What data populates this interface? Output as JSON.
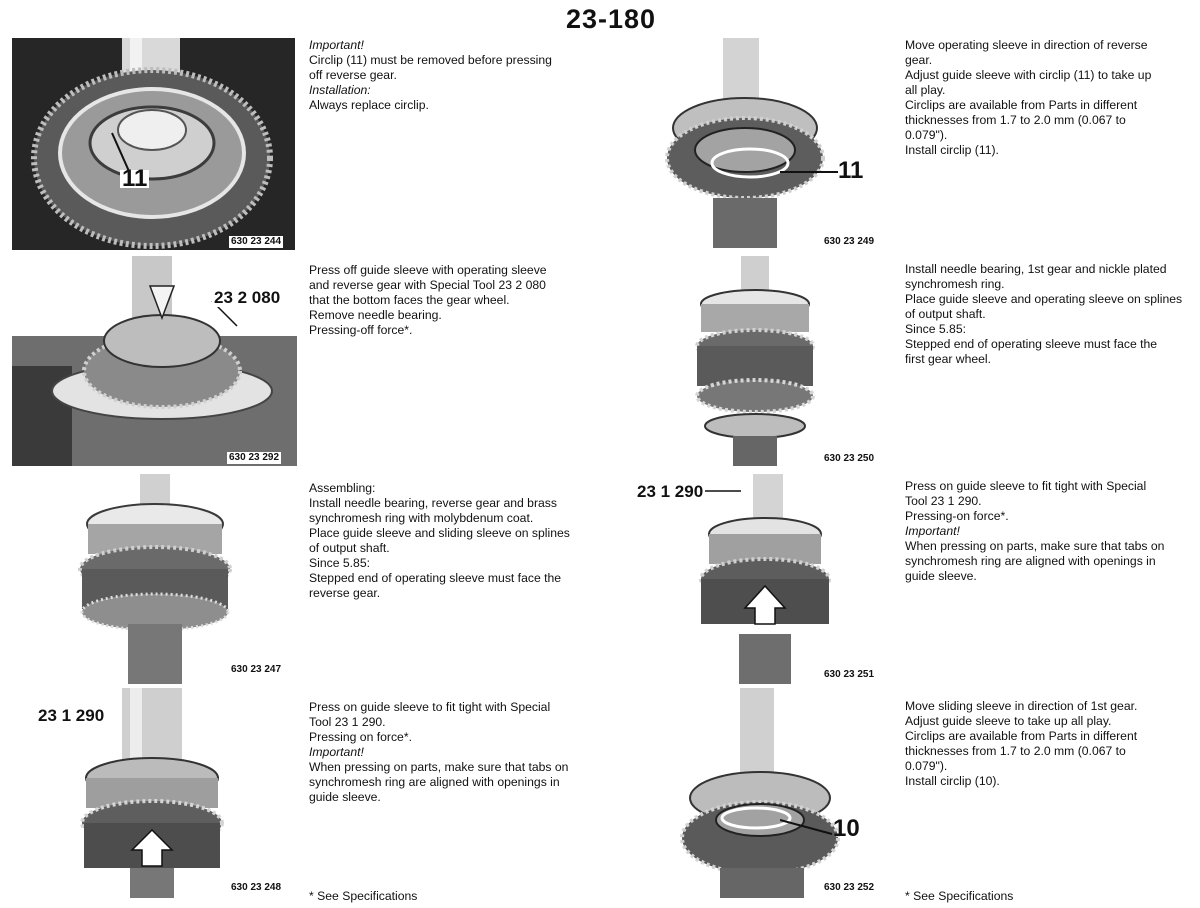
{
  "page_number": "23-180",
  "footnote": "* See Specifications",
  "figures": [
    {
      "photo_code": "630 23 244",
      "callout": "11",
      "lines": [
        {
          "text": "Important!",
          "italic": true
        },
        {
          "text": "Circlip (11) must be removed before pressing",
          "italic": false
        },
        {
          "text": "off reverse gear.",
          "italic": false
        },
        {
          "text": "Installation:",
          "italic": true
        },
        {
          "text": "Always replace circlip.",
          "italic": false
        }
      ]
    },
    {
      "photo_code": "630 23 292",
      "callout": "23 2 080",
      "lines": [
        {
          "text": "Press off guide sleeve with operating sleeve",
          "italic": false
        },
        {
          "text": "and reverse gear with Special Tool 23 2 080",
          "italic": false
        },
        {
          "text": "that the bottom faces the gear wheel.",
          "italic": false
        },
        {
          "text": "Remove needle bearing.",
          "italic": false
        },
        {
          "text": "Pressing-off force*.",
          "italic": false
        }
      ]
    },
    {
      "photo_code": "630 23 247",
      "callout": "",
      "lines": [
        {
          "text": "Assembling:",
          "italic": false
        },
        {
          "text": "Install needle bearing, reverse gear and brass",
          "italic": false
        },
        {
          "text": "synchromesh ring with molybdenum coat.",
          "italic": false
        },
        {
          "text": "Place guide sleeve and sliding sleeve on splines",
          "italic": false
        },
        {
          "text": "of output shaft.",
          "italic": false
        },
        {
          "text": "Since 5.85:",
          "italic": false
        },
        {
          "text": "Stepped end of operating sleeve must face the",
          "italic": false
        },
        {
          "text": "reverse gear.",
          "italic": false
        }
      ]
    },
    {
      "photo_code": "630 23 248",
      "callout": "23 1 290",
      "lines": [
        {
          "text": "Press on guide sleeve to fit tight with Special",
          "italic": false
        },
        {
          "text": "Tool 23 1 290.",
          "italic": false
        },
        {
          "text": "Pressing on force*.",
          "italic": false
        },
        {
          "text": "Important!",
          "italic": true
        },
        {
          "text": "When pressing on parts, make sure that tabs on",
          "italic": false
        },
        {
          "text": "synchromesh ring are aligned with openings in",
          "italic": false
        },
        {
          "text": "guide sleeve.",
          "italic": false
        }
      ]
    },
    {
      "photo_code": "630 23 249",
      "callout": "11",
      "lines": [
        {
          "text": "Move operating sleeve in direction of reverse",
          "italic": false
        },
        {
          "text": "gear.",
          "italic": false
        },
        {
          "text": "Adjust guide sleeve with circlip (11) to take up",
          "italic": false
        },
        {
          "text": "all play.",
          "italic": false
        },
        {
          "text": "Circlips are available from Parts in different",
          "italic": false
        },
        {
          "text": "thicknesses from 1.7 to 2.0 mm (0.067 to",
          "italic": false
        },
        {
          "text": "0.079\").",
          "italic": false
        },
        {
          "text": "Install circlip (11).",
          "italic": false
        }
      ]
    },
    {
      "photo_code": "630 23 250",
      "callout": "",
      "lines": [
        {
          "text": "Install needle bearing, 1st gear and nickle plated",
          "italic": false
        },
        {
          "text": "synchromesh ring.",
          "italic": false
        },
        {
          "text": "Place guide sleeve and operating sleeve on splines",
          "italic": false
        },
        {
          "text": "of output shaft.",
          "italic": false
        },
        {
          "text": "Since 5.85:",
          "italic": false
        },
        {
          "text": "Stepped end of operating sleeve must face the",
          "italic": false
        },
        {
          "text": "first gear wheel.",
          "italic": false
        }
      ]
    },
    {
      "photo_code": "630 23 251",
      "callout": "23 1 290",
      "lines": [
        {
          "text": "Press on guide sleeve to fit tight with Special",
          "italic": false
        },
        {
          "text": "Tool 23 1 290.",
          "italic": false
        },
        {
          "text": "Pressing-on force*.",
          "italic": false
        },
        {
          "text": "Important!",
          "italic": true
        },
        {
          "text": "When pressing on parts, make sure that tabs on",
          "italic": false
        },
        {
          "text": "synchromesh ring are aligned with openings in",
          "italic": false
        },
        {
          "text": "guide sleeve.",
          "italic": false
        }
      ]
    },
    {
      "photo_code": "630 23 252",
      "callout": "10",
      "lines": [
        {
          "text": "Move sliding sleeve in direction of 1st gear.",
          "italic": false
        },
        {
          "text": "Adjust guide sleeve to take up all play.",
          "italic": false
        },
        {
          "text": "Circlips are available from Parts in different",
          "italic": false
        },
        {
          "text": "thicknesses from 1.7 to 2.0 mm (0.067 to",
          "italic": false
        },
        {
          "text": "0.079\").",
          "italic": false
        },
        {
          "text": "Install circlip (10).",
          "italic": false
        }
      ]
    }
  ]
}
